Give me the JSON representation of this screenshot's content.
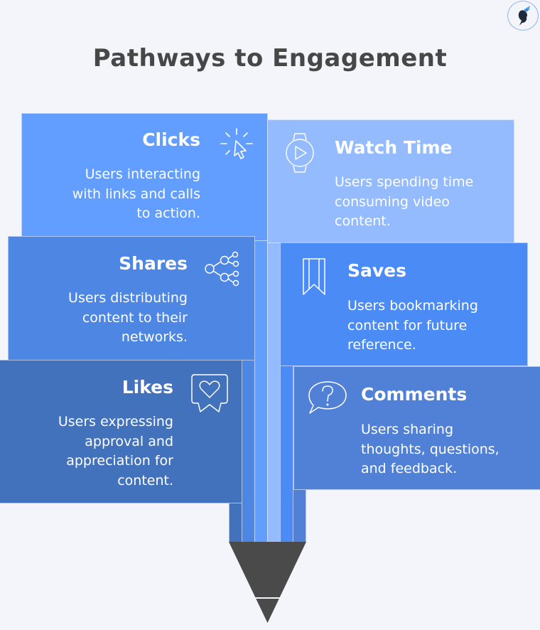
{
  "title": "Pathways to Engagement",
  "logo": {
    "icon": "silhouette-butterfly-icon"
  },
  "colors": {
    "background": "#F3F5FA",
    "title": "#474747",
    "clicks": "#629EFF",
    "watch_time": "#93BBFE",
    "shares": "#4E87E3",
    "saves": "#4A8BF5",
    "likes": "#4372BD",
    "comments": "#5081D6",
    "pencil_tip": "#4A4A4A"
  },
  "cards": {
    "clicks": {
      "title": "Clicks",
      "description_lines": [
        "Users interacting",
        "with links and calls",
        "to action."
      ],
      "icon": "cursor-click-icon"
    },
    "watch_time": {
      "title": "Watch Time",
      "description_lines": [
        "Users spending time",
        "consuming video",
        "content."
      ],
      "icon": "smartwatch-play-icon"
    },
    "shares": {
      "title": "Shares",
      "description_lines": [
        "Users distributing",
        "content to their",
        "networks."
      ],
      "icon": "share-network-icon"
    },
    "saves": {
      "title": "Saves",
      "description_lines": [
        "Users bookmarking",
        "content for future",
        "reference."
      ],
      "icon": "bookmark-icon"
    },
    "likes": {
      "title": "Likes",
      "description_lines": [
        "Users expressing",
        "approval and",
        "appreciation for",
        "content."
      ],
      "icon": "heart-bubble-icon"
    },
    "comments": {
      "title": "Comments",
      "description_lines": [
        "Users sharing",
        "thoughts, questions,",
        "and feedback."
      ],
      "icon": "question-bubble-icon"
    }
  }
}
